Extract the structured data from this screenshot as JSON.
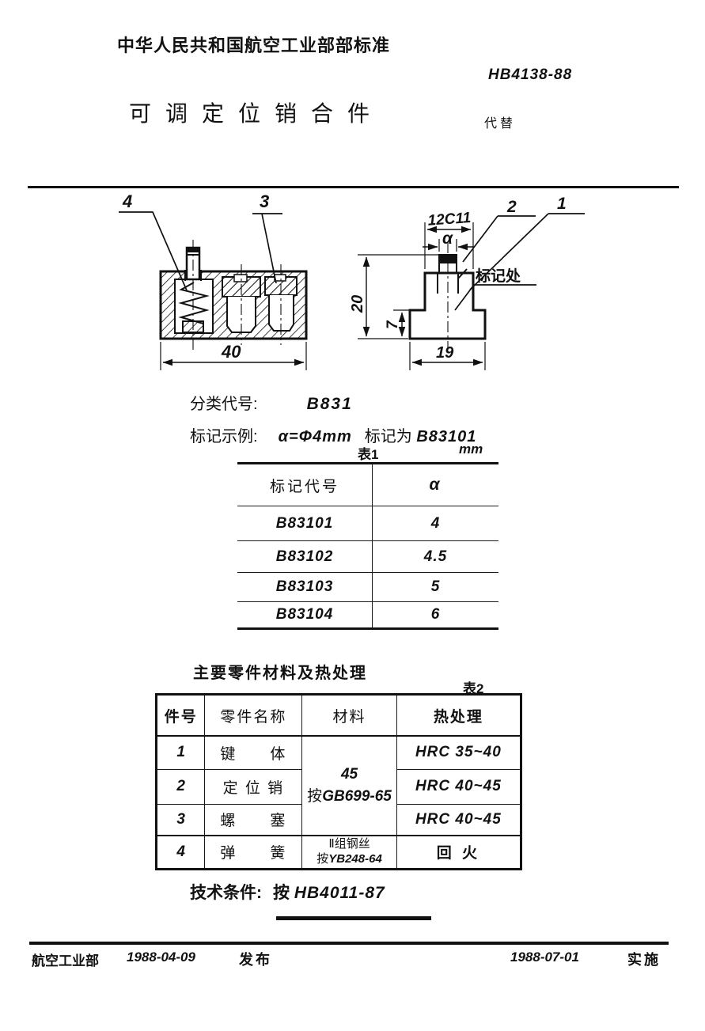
{
  "header": {
    "org": "中华人民共和国航空工业部部标准",
    "standard_no": "HB4138-88",
    "title": "可调定位销合件",
    "replaces": "代替"
  },
  "drawing": {
    "assembly_view": {
      "callout_4": "4",
      "callout_3": "3",
      "dim_width": "40"
    },
    "body_view": {
      "callout_2": "2",
      "callout_1": "1",
      "dim_top": "12C11",
      "dim_pin": "α",
      "dim_height": "20",
      "dim_step": "7",
      "dim_base": "19",
      "marking_note": "标记处"
    }
  },
  "classification": {
    "label": "分类代号:",
    "code": "B831"
  },
  "marking_example": {
    "label": "标记示例:",
    "formula": "α=Φ4mm",
    "result_prefix": "标记为",
    "result_code": "B83101"
  },
  "table1": {
    "caption": "表1",
    "unit": "mm",
    "col1": "标记代号",
    "col2": "α",
    "rows": [
      {
        "code": "B83101",
        "a": "4"
      },
      {
        "code": "B83102",
        "a": "4.5"
      },
      {
        "code": "B83103",
        "a": "5"
      },
      {
        "code": "B83104",
        "a": "6"
      }
    ]
  },
  "section2": {
    "heading": "主要零件材料及热处理",
    "caption": "表2"
  },
  "table2": {
    "headers": [
      "件号",
      "零件名称",
      "材料",
      "热处理"
    ],
    "material_merged": {
      "line1": "45",
      "line2_prefix": "按",
      "line2": "GB699-65"
    },
    "rows": [
      {
        "no": "1",
        "name": "键　　体",
        "heat": "HRC 35~40"
      },
      {
        "no": "2",
        "name": "定 位 销",
        "heat": "HRC 40~45"
      },
      {
        "no": "3",
        "name": "螺　　塞",
        "heat": "HRC 40~45"
      },
      {
        "no": "4",
        "name": "弹　　簧",
        "material_line1": "Ⅱ组钢丝",
        "material_line2_prefix": "按",
        "material_line2": "YB248-64",
        "heat_cn": "回 火"
      }
    ]
  },
  "tech": {
    "label": "技术条件:",
    "value_prefix": "按",
    "value_code": "HB4011-87"
  },
  "footer": {
    "issuer": "航空工业部",
    "issue_date": "1988-04-09",
    "issue_label": "发布",
    "impl_date": "1988-07-01",
    "impl_label": "实施"
  }
}
